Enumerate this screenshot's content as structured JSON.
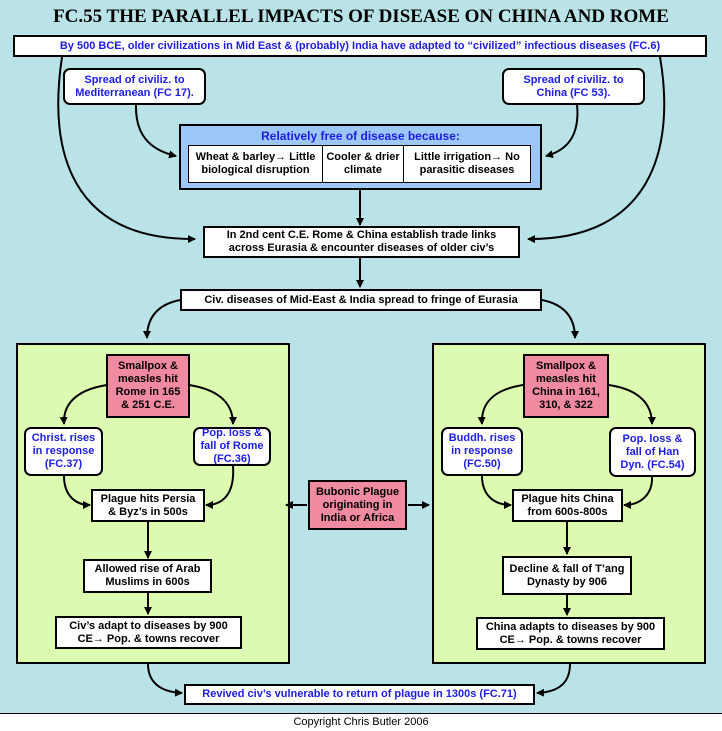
{
  "title": "FC.55 THE PARALLEL IMPACTS OF DISEASE ON CHINA AND ROME",
  "top_box": "By 500 BCE, older civilizations in Mid East & (probably) India have adapted to “civilized” infectious diseases (FC.6)",
  "spread_med": "Spread of civiliz. to Mediterranean (FC 17).",
  "spread_china": "Spread of civiliz. to China (FC 53).",
  "free_header": "Relatively free of disease because:",
  "free_cells": [
    "Wheat & barley→ Little biological disruption",
    "Cooler & drier climate",
    "Little irrigation→ No parasitic diseases"
  ],
  "trade": "In 2nd cent C.E. Rome & China establish trade links across Eurasia & encounter diseases of older civ’s",
  "civ_spread": "Civ. diseases of Mid-East & India spread  to fringe of Eurasia",
  "rome": {
    "smallpox": "Smallpox & measles hit Rome in 165 & 251 C.E.",
    "christ": "Christ. rises in response (FC.37)",
    "pop": "Pop. loss & fall of Rome (FC.36)",
    "plague": "Plague hits Persia & Byz’s in 500s",
    "arab": "Allowed rise of Arab Muslims in 600s",
    "adapt": "Civ’s adapt to diseases by 900 CE→ Pop. & towns recover"
  },
  "china": {
    "smallpox": "Smallpox & measles hit China in 161, 310, & 322",
    "buddh": "Buddh. rises in response (FC.50)",
    "pop": "Pop. loss & fall of Han Dyn.  (FC.54)",
    "plague": "Plague hits China from 600s-800s",
    "tang": "Decline & fall of T’ang Dynasty by 906",
    "adapt": "China adapts to diseases by 900 CE→ Pop. & towns recover"
  },
  "bubonic": "Bubonic Plague originating in India or Africa",
  "revived": "Revived civ’s vulnerable to return of plague in 1300s (FC.71)",
  "footer": "Copyright Chris Butler 2006",
  "colors": {
    "background": "#b9e3e6",
    "green": "#ddfbb0",
    "pink": "#f08aa0",
    "panel": "#9cc7f8",
    "link_text": "#1c1ce6"
  }
}
